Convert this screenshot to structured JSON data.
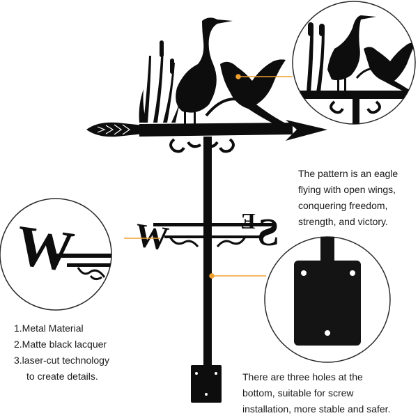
{
  "pattern_description": [
    "The pattern is an eagle",
    "flying with open wings,",
    "conquering freedom,",
    "strength, and victory."
  ],
  "features": [
    "1.Metal Material",
    "2.Matte black lacquer",
    "3.laser-cut technology",
    "to create details."
  ],
  "holes_description": [
    "There are three holes at the",
    "bottom, suitable for screw",
    "installation, more stable and safer."
  ],
  "compass_letters": {
    "west": "W",
    "east": "E",
    "south": "S"
  },
  "colors": {
    "metal": "#0d0d0d",
    "callout_line": "#f0a030",
    "circle_border": "#2a2a2a"
  }
}
